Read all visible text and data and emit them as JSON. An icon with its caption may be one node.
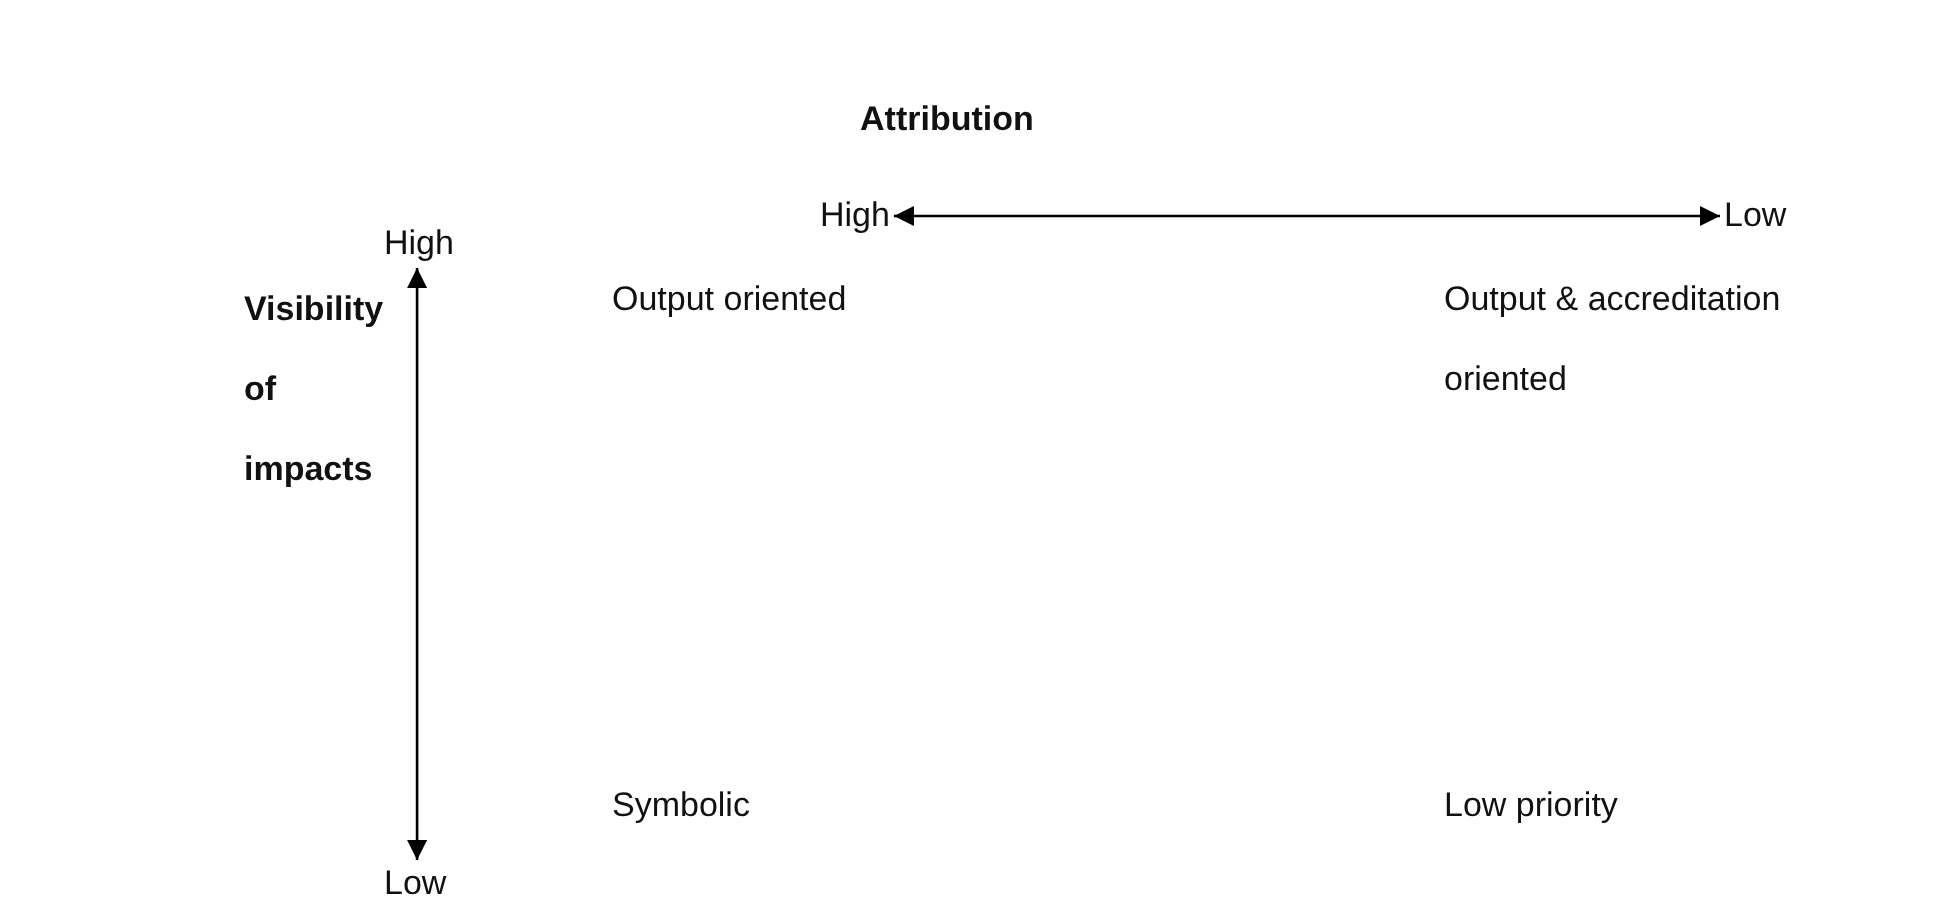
{
  "diagram": {
    "nodes": [
      {
        "text": [
          "High"
        ]
      },
      {
        "text": [
          "Low"
        ]
      },
      {
        "text": [
          "High"
        ]
      },
      {
        "text": [
          "Low"
        ]
      }
    ],
    "edges": [
      {
        "from": 0,
        "to": 1,
        "arrow": "both"
      },
      {
        "from": 2,
        "to": 3,
        "arrow": "both"
      }
    ],
    "labels": [
      "Attribution",
      "Visibility of impacts",
      "Output oriented",
      "Output & accreditation oriented",
      "Symbolic",
      "Low priority"
    ]
  }
}
